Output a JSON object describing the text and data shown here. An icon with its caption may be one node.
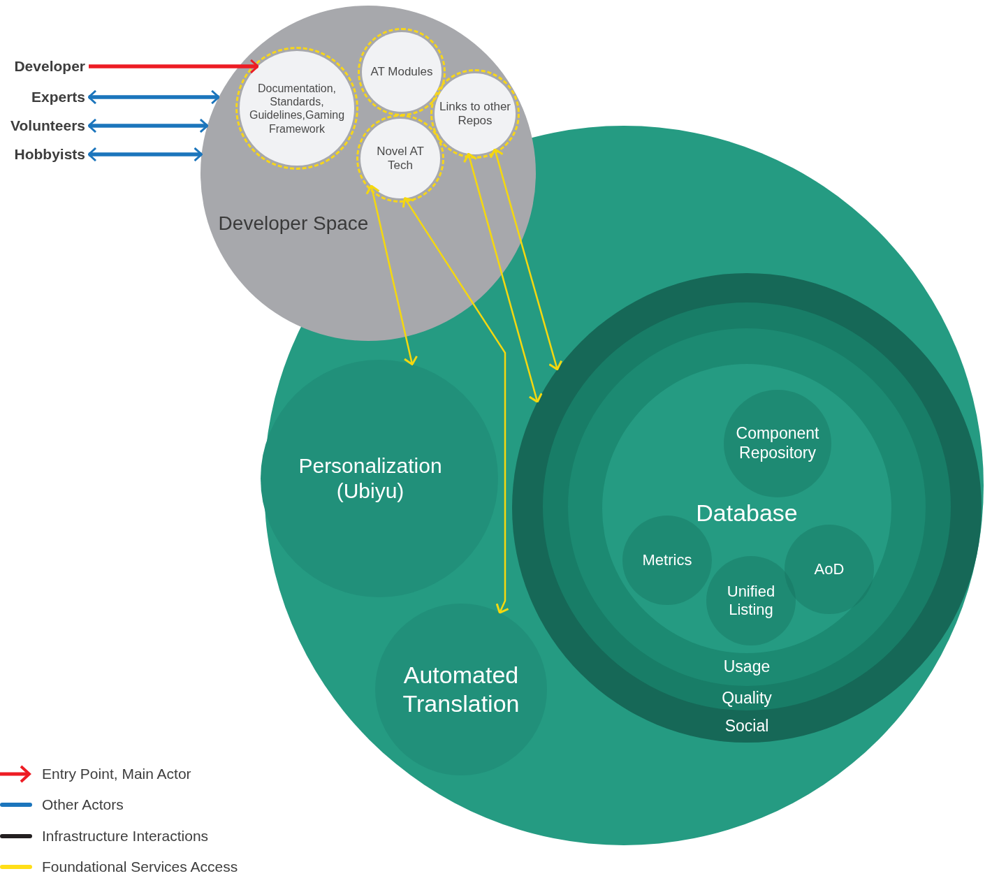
{
  "diagram": {
    "nodes": [
      {
        "text": [
          "Developer"
        ]
      },
      {
        "text": [
          "Experts"
        ]
      },
      {
        "text": [
          "Volunteers"
        ]
      },
      {
        "text": [
          "Hobbyists"
        ]
      },
      {
        "text": [
          "Developer Space"
        ]
      },
      {
        "text": [
          "Documentation, Standards, Guidelines,Gaming Framework"
        ],
        "in": 4
      },
      {
        "text": [
          "AT Modules"
        ],
        "in": 4
      },
      {
        "text": [
          "Links to other Repos"
        ],
        "in": 4
      },
      {
        "text": [
          "Novel AT Tech"
        ],
        "in": 4
      },
      {
        "text": [],
        "shape": "circle"
      },
      {
        "text": [
          "Personalization (Ubiyu)"
        ],
        "in": 9
      },
      {
        "text": [
          "Automated Translation"
        ],
        "in": 9
      },
      {
        "text": [
          "Social"
        ],
        "in": 9
      },
      {
        "text": [
          "Quality"
        ],
        "in": 12
      },
      {
        "text": [
          "Usage"
        ],
        "in": 13
      },
      {
        "text": [
          "Database"
        ],
        "in": 14
      },
      {
        "text": [
          "Component Repository"
        ],
        "in": 15
      },
      {
        "text": [
          "Metrics"
        ],
        "in": 15
      },
      {
        "text": [
          "Unified Listing"
        ],
        "in": 15
      },
      {
        "text": [
          "AoD"
        ],
        "in": 15
      }
    ],
    "edges": [
      {
        "from": 0,
        "to": 5,
        "arrow": "to",
        "style": "thick",
        "color": "#ed1c24"
      },
      {
        "from": 1,
        "to": 4,
        "arrow": "both",
        "style": "thick",
        "color": "#1b75bc"
      },
      {
        "from": 2,
        "to": 4,
        "arrow": "both",
        "style": "thick",
        "color": "#1b75bc"
      },
      {
        "from": 3,
        "to": 4,
        "arrow": "both",
        "style": "thick",
        "color": "#1b75bc"
      },
      {
        "from": 8,
        "to": 10,
        "arrow": "both"
      },
      {
        "from": 8,
        "to": 11,
        "arrow": "both"
      },
      {
        "from": 7,
        "to": 12,
        "arrow": "both"
      },
      {
        "from": 7,
        "to": 12,
        "arrow": "both"
      }
    ],
    "legend": [
      {
        "text": "Entry Point, Main Actor",
        "color": "#ed1c24"
      },
      {
        "text": "Other Actors",
        "color": "#1b75bc"
      },
      {
        "text": "Infrastructure Interactions",
        "color": "#231f20"
      },
      {
        "text": "Foundational Services Access",
        "color": "#ffde17"
      }
    ]
  }
}
